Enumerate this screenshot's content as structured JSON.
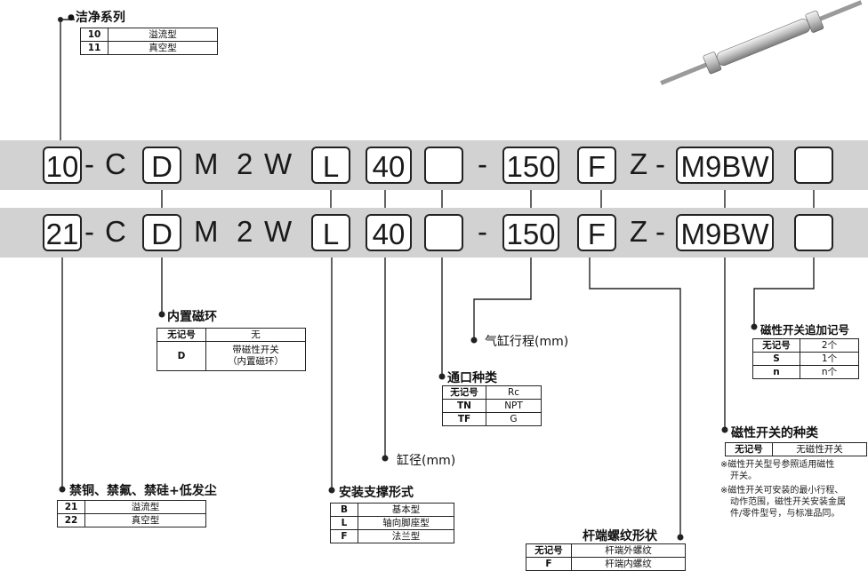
{
  "row1": {
    "p1": "10",
    "sep1": "-",
    "c": "C",
    "d": "D",
    "m": "M",
    "n2": "2",
    "w": "W",
    "l": "L",
    "bore": "40",
    "blank1": "",
    "sep2": "-",
    "stroke": "150",
    "f": "F",
    "z": "Z",
    "sep3": "-",
    "sw": "M9BW",
    "blank2": ""
  },
  "row2": {
    "p1": "21",
    "sep1": "-",
    "c": "C",
    "d": "D",
    "m": "M",
    "n2": "2",
    "w": "W",
    "l": "L",
    "bore": "40",
    "blank1": "",
    "sep2": "-",
    "stroke": "150",
    "f": "F",
    "z": "Z",
    "sep3": "-",
    "sw": "M9BW",
    "blank2": ""
  },
  "clean_series": {
    "title": "洁净系列",
    "rows": [
      {
        "code": "10",
        "desc": "溢流型"
      },
      {
        "code": "11",
        "desc": "真空型"
      }
    ]
  },
  "builtin_magnet": {
    "title": "内置磁环",
    "rows": [
      {
        "code": "无记号",
        "desc": "无"
      },
      {
        "code": "D",
        "desc": "带磁性开关",
        "desc2": "（内置磁环）"
      }
    ]
  },
  "stroke_label": "气缸行程(mm)",
  "port_type": {
    "title": "通口种类",
    "rows": [
      {
        "code": "无记号",
        "desc": "Rc"
      },
      {
        "code": "TN",
        "desc": "NPT"
      },
      {
        "code": "TF",
        "desc": "G"
      }
    ]
  },
  "bore_label": "缸径(mm)",
  "copper_free": {
    "title": "禁铜、禁氟、禁硅+低发尘",
    "rows": [
      {
        "code": "21",
        "desc": "溢流型"
      },
      {
        "code": "22",
        "desc": "真空型"
      }
    ]
  },
  "mounting": {
    "title": "安装支撑形式",
    "rows": [
      {
        "code": "B",
        "desc": "基本型"
      },
      {
        "code": "L",
        "desc": "轴向脚座型"
      },
      {
        "code": "F",
        "desc": "法兰型"
      }
    ]
  },
  "rod_end": {
    "title": "杆端螺纹形状",
    "rows": [
      {
        "code": "无记号",
        "desc": "杆端外螺纹"
      },
      {
        "code": "F",
        "desc": "杆端内螺纹"
      }
    ]
  },
  "switch_suffix": {
    "title": "磁性开关追加记号",
    "rows": [
      {
        "code": "无记号",
        "desc": "2个"
      },
      {
        "code": "S",
        "desc": "1个"
      },
      {
        "code": "n",
        "desc": "n个"
      }
    ]
  },
  "switch_type": {
    "title": "磁性开关的种类",
    "rows": [
      {
        "code": "无记号",
        "desc": "无磁性开关"
      }
    ],
    "note1": "※磁性开关型号参照适用磁性",
    "note1b": "开关。",
    "note2": "※磁性开关可安装的最小行程、",
    "note2b": "动作范围，磁性开关安装金属",
    "note2c": "件/零件型号，与标准品同。"
  },
  "colors": {
    "band": "#d2d2d2",
    "line": "#222222"
  }
}
